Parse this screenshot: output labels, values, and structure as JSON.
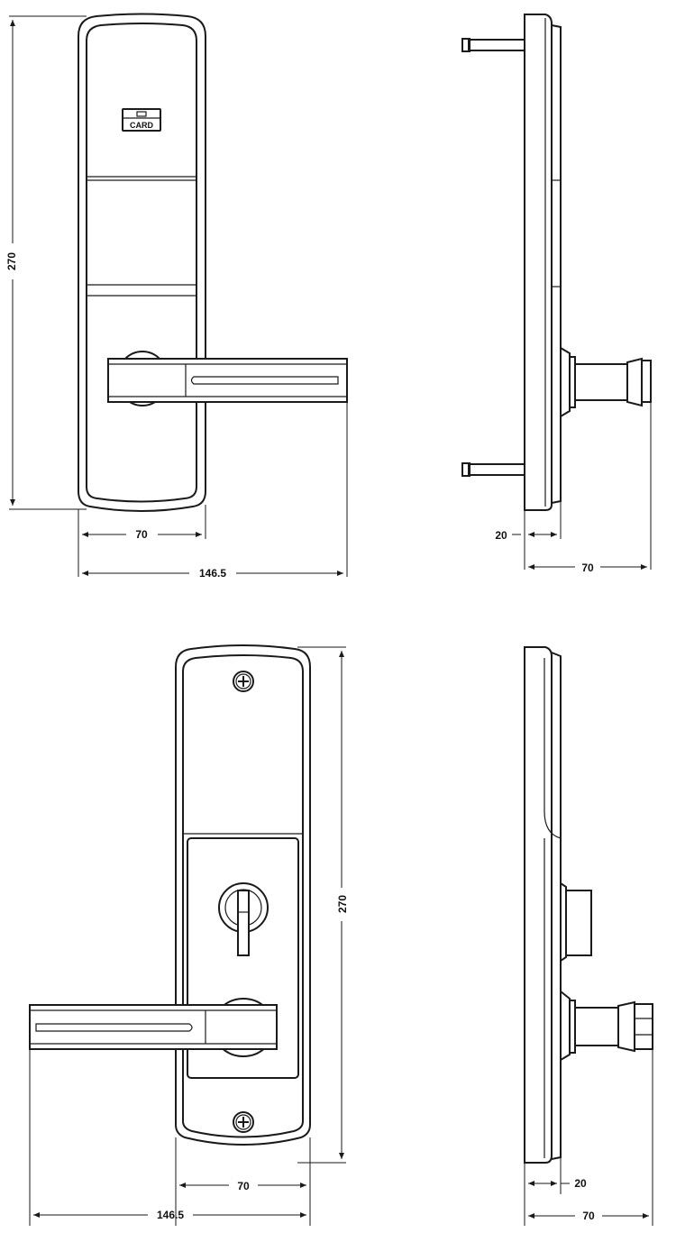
{
  "views": {
    "front_outer": {
      "card_label": "CARD",
      "height_dim": "270",
      "plate_width_dim": "70",
      "overall_width_dim": "146.5"
    },
    "side_outer": {
      "depth_plate_dim": "20",
      "depth_total_dim": "70"
    },
    "front_inner": {
      "height_dim": "270",
      "plate_width_dim": "70",
      "overall_width_dim": "146.5"
    },
    "side_inner": {
      "depth_plate_dim": "20",
      "depth_total_dim": "70"
    }
  }
}
